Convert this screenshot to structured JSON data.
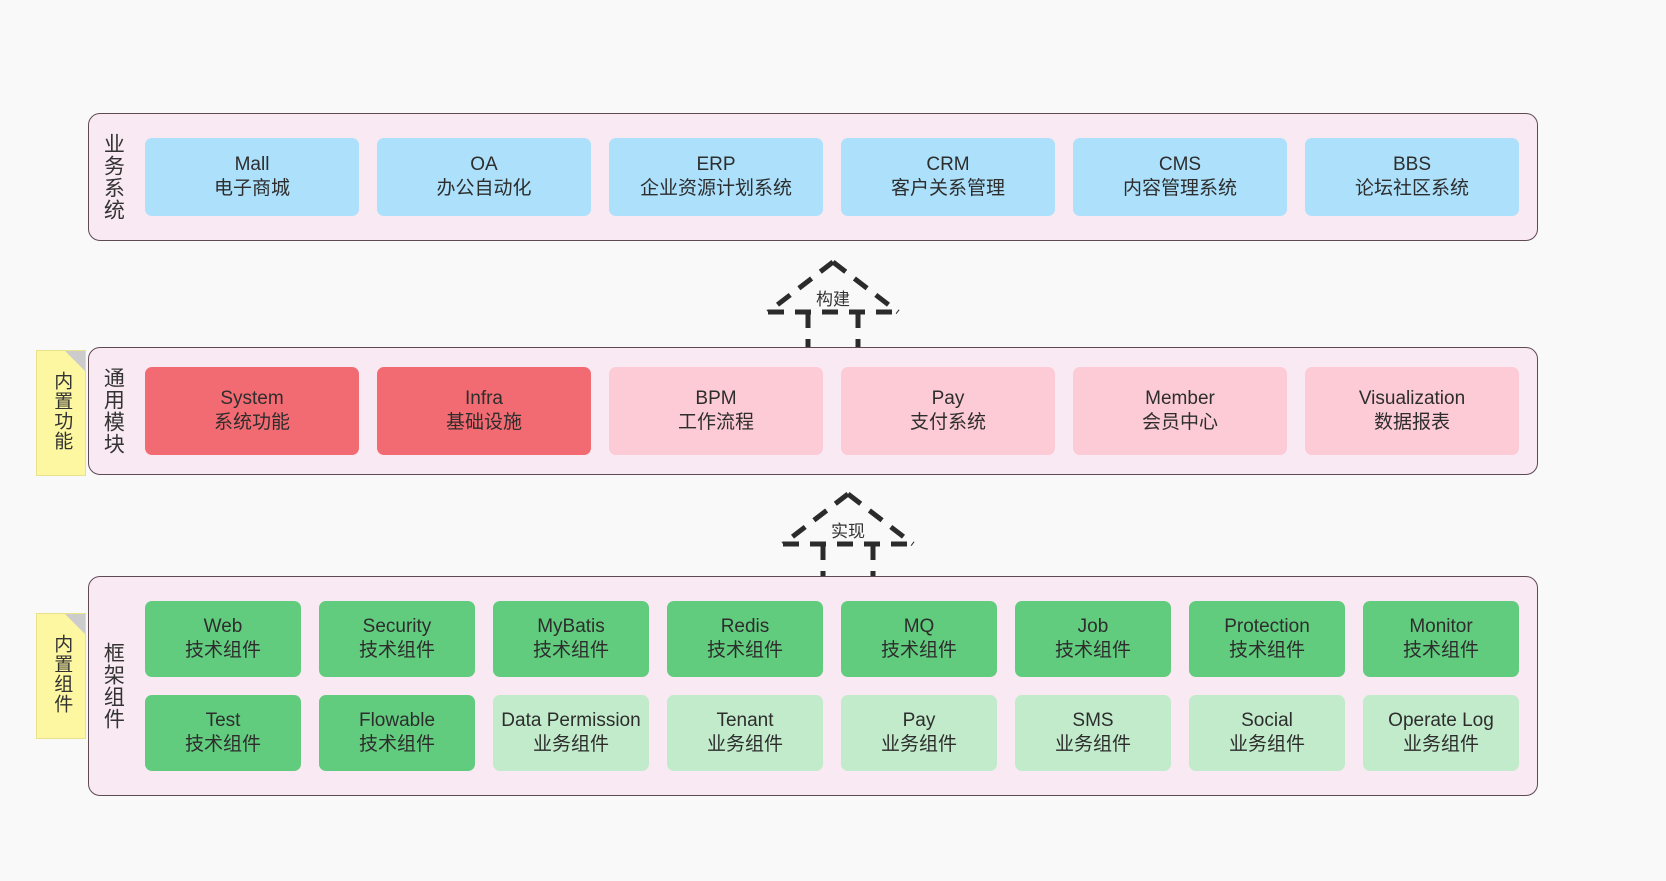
{
  "colors": {
    "panel_bg": "#f9e9f3",
    "panel_border": "#5f4a52",
    "business_card": "#ace0fb",
    "module_core": "#f36b72",
    "module_plain": "#fccbd6",
    "tech_component": "#61cc7e",
    "biz_component": "#c2ebcb",
    "note_bg": "#fcf7a0",
    "page_bg": "#f9f9f9"
  },
  "layers": {
    "business": {
      "title": "业务系统",
      "cards": [
        {
          "en": "Mall",
          "cn": "电子商城"
        },
        {
          "en": "OA",
          "cn": "办公自动化"
        },
        {
          "en": "ERP",
          "cn": "企业资源计划系统"
        },
        {
          "en": "CRM",
          "cn": "客户关系管理"
        },
        {
          "en": "CMS",
          "cn": "内容管理系统"
        },
        {
          "en": "BBS",
          "cn": "论坛社区系统"
        }
      ]
    },
    "common": {
      "title": "通用模块",
      "note": "内置功能",
      "cards": [
        {
          "en": "System",
          "cn": "系统功能",
          "style": "red"
        },
        {
          "en": "Infra",
          "cn": "基础设施",
          "style": "red"
        },
        {
          "en": "BPM",
          "cn": "工作流程",
          "style": "pink"
        },
        {
          "en": "Pay",
          "cn": "支付系统",
          "style": "pink"
        },
        {
          "en": "Member",
          "cn": "会员中心",
          "style": "pink"
        },
        {
          "en": "Visualization",
          "cn": "数据报表",
          "style": "pink"
        }
      ]
    },
    "framework": {
      "title": "框架组件",
      "note": "内置组件",
      "row1": [
        {
          "en": "Web",
          "cn": "技术组件",
          "style": "green"
        },
        {
          "en": "Security",
          "cn": "技术组件",
          "style": "green"
        },
        {
          "en": "MyBatis",
          "cn": "技术组件",
          "style": "green"
        },
        {
          "en": "Redis",
          "cn": "技术组件",
          "style": "green"
        },
        {
          "en": "MQ",
          "cn": "技术组件",
          "style": "green"
        },
        {
          "en": "Job",
          "cn": "技术组件",
          "style": "green"
        },
        {
          "en": "Protection",
          "cn": "技术组件",
          "style": "green"
        },
        {
          "en": "Monitor",
          "cn": "技术组件",
          "style": "green"
        }
      ],
      "row2": [
        {
          "en": "Test",
          "cn": "技术组件",
          "style": "green"
        },
        {
          "en": "Flowable",
          "cn": "技术组件",
          "style": "green"
        },
        {
          "en": "Data Permission",
          "cn": "业务组件",
          "style": "lgreen"
        },
        {
          "en": "Tenant",
          "cn": "业务组件",
          "style": "lgreen"
        },
        {
          "en": "Pay",
          "cn": "业务组件",
          "style": "lgreen"
        },
        {
          "en": "SMS",
          "cn": "业务组件",
          "style": "lgreen"
        },
        {
          "en": "Social",
          "cn": "业务组件",
          "style": "lgreen"
        },
        {
          "en": "Operate Log",
          "cn": "业务组件",
          "style": "lgreen"
        }
      ]
    }
  },
  "connectors": [
    {
      "label": "构建"
    },
    {
      "label": "实现"
    }
  ]
}
